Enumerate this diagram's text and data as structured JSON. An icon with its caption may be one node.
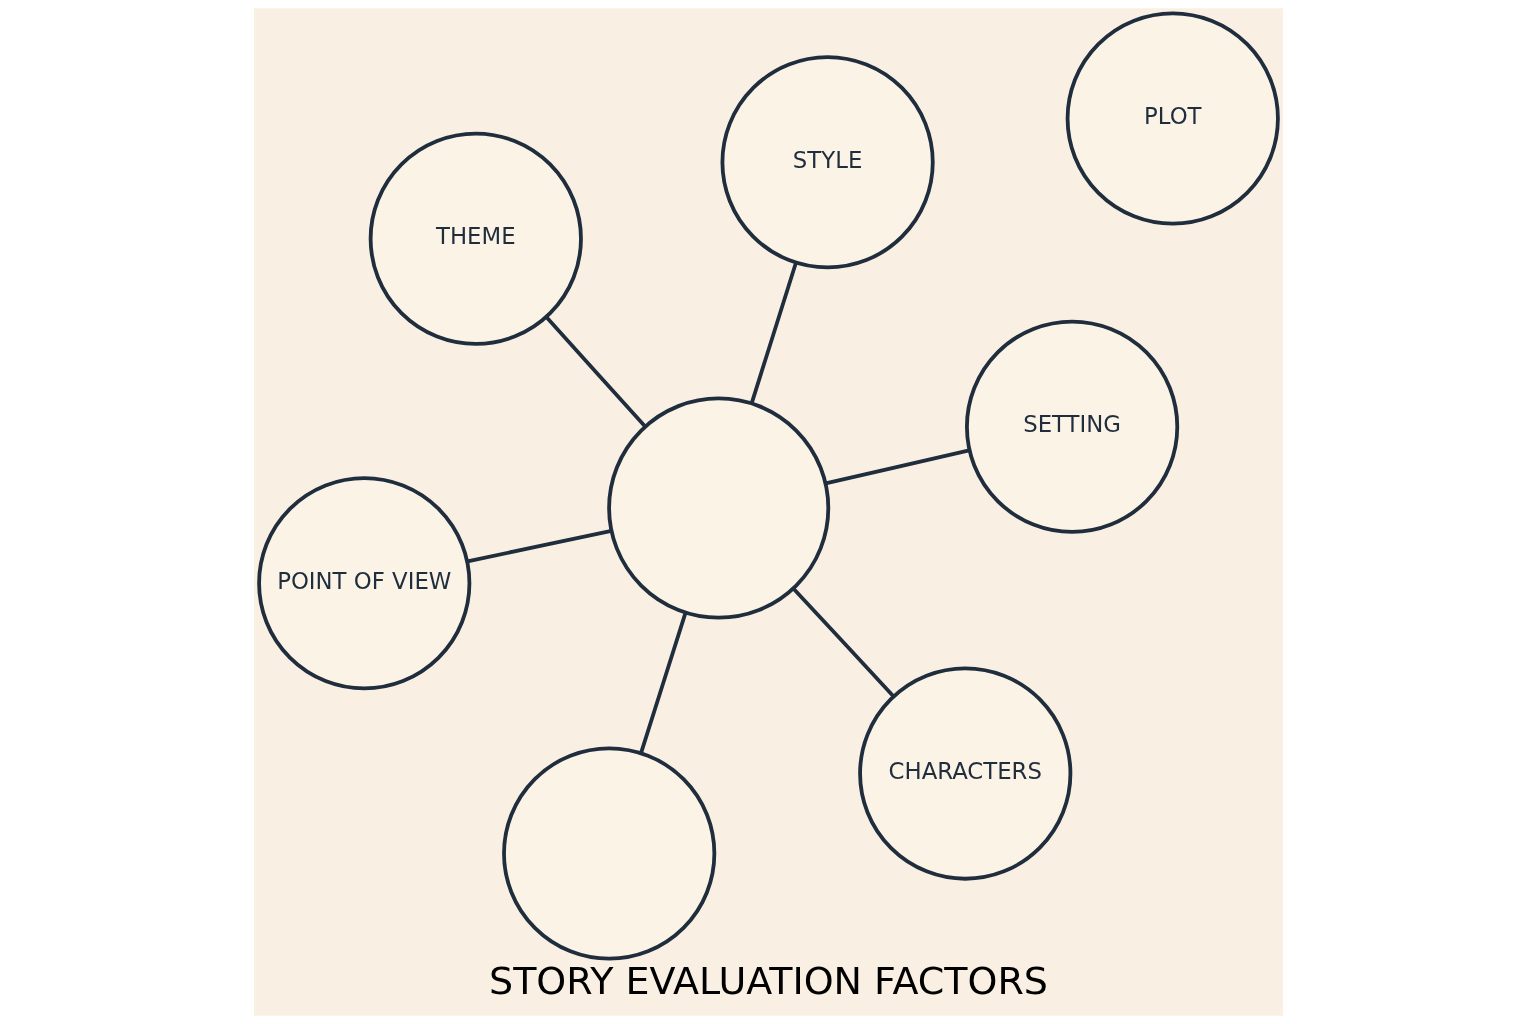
{
  "diagram": {
    "title": "STORY EVALUATION FACTORS",
    "nodes": [
      {
        "text": [
          "PLOT"
        ]
      },
      {
        "text": [
          "POINT OF VIEW"
        ]
      },
      {
        "text": [
          "CHARACTERS"
        ]
      },
      {
        "text": [],
        "shape": "circle"
      },
      {
        "text": [
          "THEME"
        ]
      },
      {
        "text": [
          "SETTING"
        ]
      },
      {
        "text": [
          "STYLE"
        ]
      },
      {
        "text": [],
        "shape": "circle"
      }
    ],
    "edges": [
      {
        "from": 3,
        "to": 1,
        "arrow": "none"
      },
      {
        "from": 3,
        "to": 2,
        "arrow": "none"
      },
      {
        "from": 3,
        "to": 4,
        "arrow": "none"
      },
      {
        "from": 3,
        "to": 5,
        "arrow": "none"
      },
      {
        "from": 3,
        "to": 6,
        "arrow": "none"
      },
      {
        "from": 3,
        "to": 7,
        "arrow": "none"
      }
    ]
  }
}
